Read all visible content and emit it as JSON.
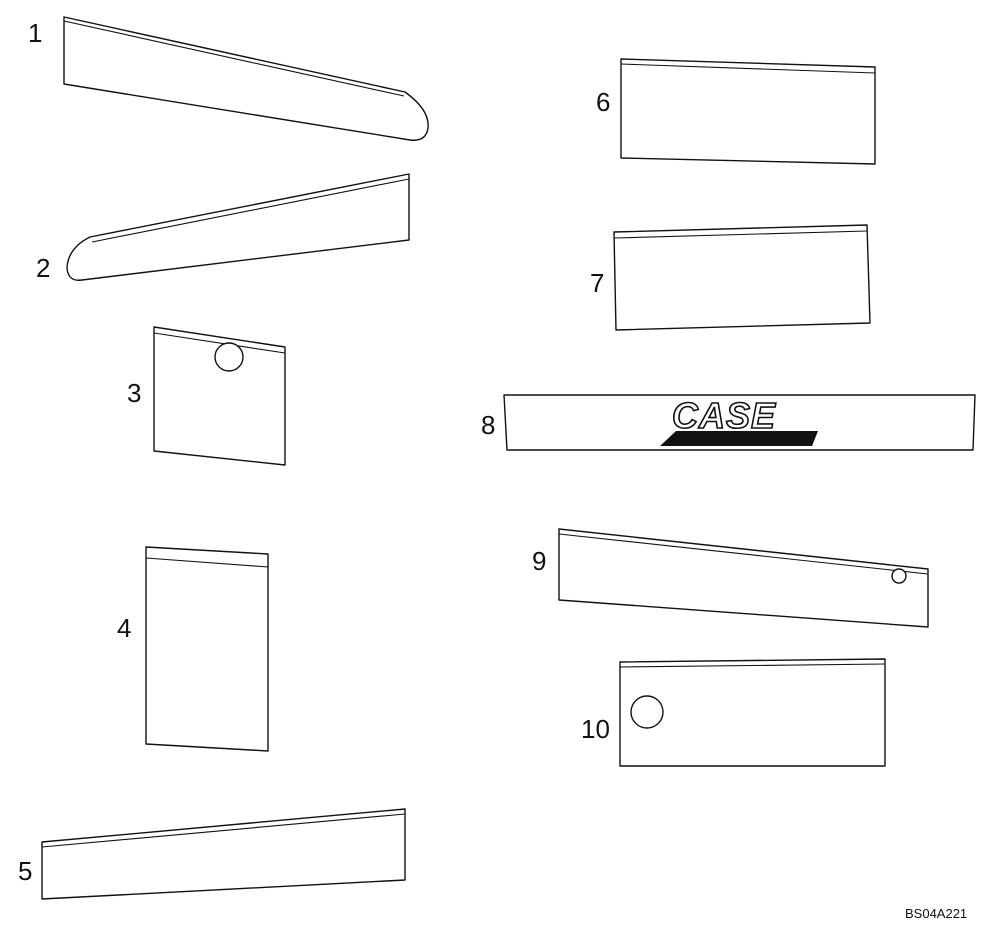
{
  "parts": [
    {
      "id": "decal-1",
      "label": "1"
    },
    {
      "id": "decal-2",
      "label": "2"
    },
    {
      "id": "decal-3",
      "label": "3"
    },
    {
      "id": "decal-4",
      "label": "4"
    },
    {
      "id": "decal-5",
      "label": "5"
    },
    {
      "id": "decal-6",
      "label": "6"
    },
    {
      "id": "decal-7",
      "label": "7"
    },
    {
      "id": "decal-8",
      "label": "8"
    },
    {
      "id": "decal-9",
      "label": "9"
    },
    {
      "id": "decal-10",
      "label": "10"
    }
  ],
  "logo_text": "CASE",
  "drawing_code": "BS04A221"
}
